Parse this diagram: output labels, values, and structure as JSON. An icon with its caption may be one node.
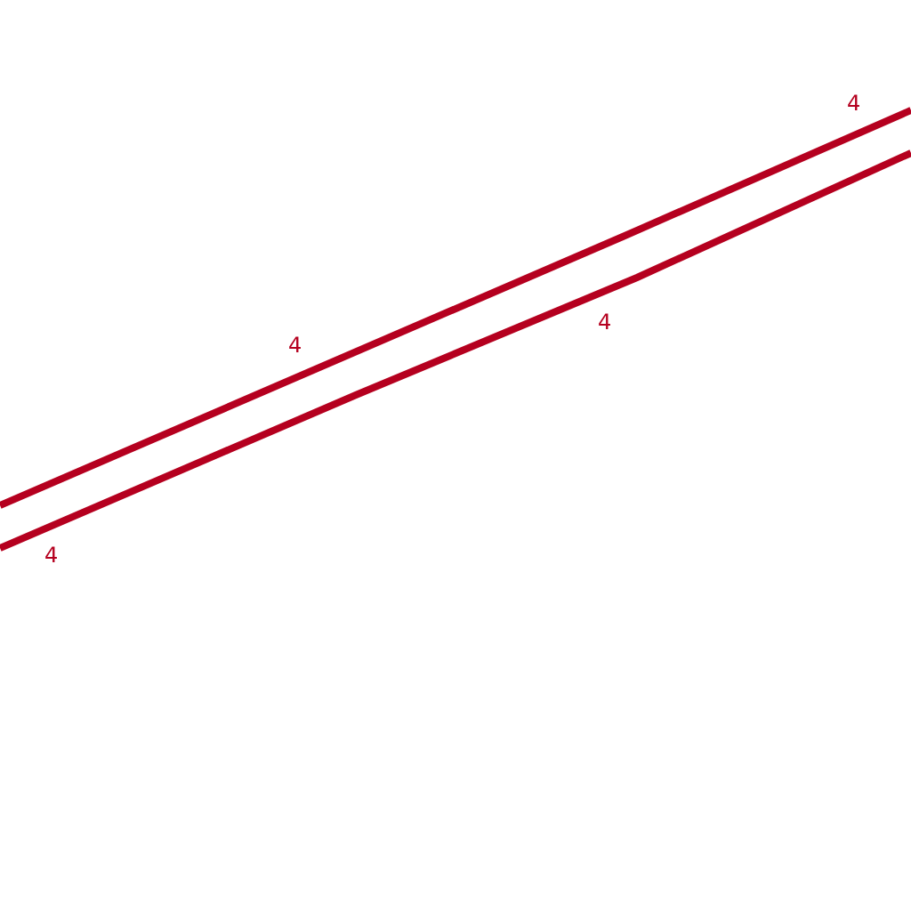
{
  "diagram": {
    "labels": [
      "4",
      "4",
      "4",
      "4"
    ]
  }
}
